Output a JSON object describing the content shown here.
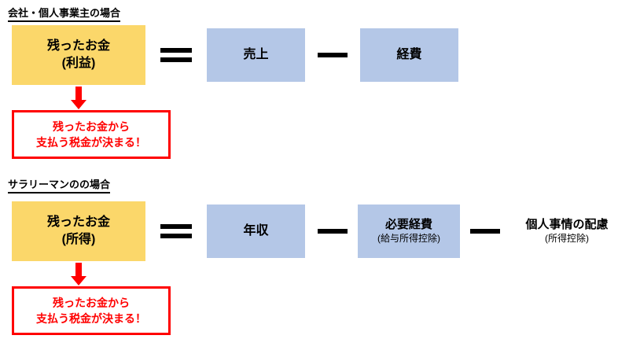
{
  "sections": [
    {
      "title": "会社・個人事業主の場合",
      "result": {
        "line1": "残ったお金",
        "line2": "(利益)"
      },
      "operands": [
        {
          "label": "売上"
        },
        {
          "label": "経費"
        }
      ],
      "note": {
        "line1": "残ったお金から",
        "line2": "支払う税金が決まる！"
      }
    },
    {
      "title": "サラリーマンのの場合",
      "result": {
        "line1": "残ったお金",
        "line2": "(所得)"
      },
      "operands": [
        {
          "label": "年収",
          "sub": ""
        },
        {
          "label": "必要経費",
          "sub": "(給与所得控除)"
        },
        {
          "label": "個人事情の配慮",
          "sub": "(所得控除)"
        }
      ],
      "note": {
        "line1": "残ったお金から",
        "line2": "支払う税金が決まる！"
      }
    }
  ],
  "colors": {
    "highlight_yellow": "#FBD76A",
    "box_blue": "#B4C7E7",
    "accent_red": "#FF0000",
    "text_black": "#000000"
  },
  "icons": {
    "equals": "equals-icon",
    "minus": "minus-icon",
    "arrow": "arrow-down-icon"
  }
}
